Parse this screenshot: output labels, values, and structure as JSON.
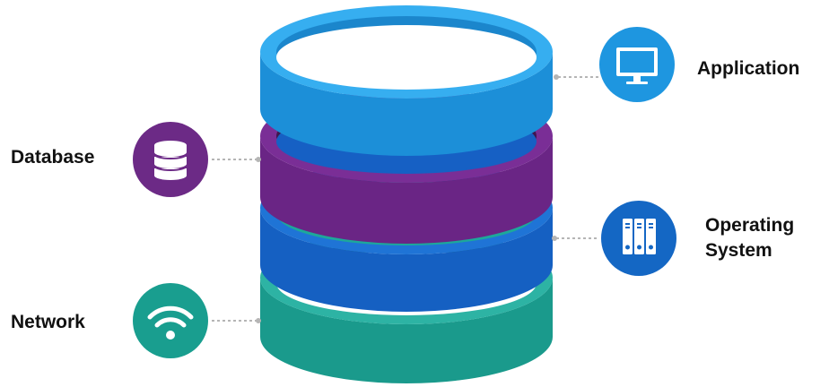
{
  "layers": [
    {
      "id": "application",
      "lines": [
        "Application"
      ],
      "icon": "monitor-icon",
      "color": "#1e96e0"
    },
    {
      "id": "database",
      "lines": [
        "Database"
      ],
      "icon": "database-icon",
      "color": "#6c2a86"
    },
    {
      "id": "operating-system",
      "lines": [
        "Operating",
        "System"
      ],
      "icon": "server-rack-icon",
      "color": "#1467c4"
    },
    {
      "id": "network",
      "lines": [
        "Network"
      ],
      "icon": "wifi-icon",
      "color": "#199e8f"
    }
  ],
  "colors": {
    "application_ring": "#2aa4e8",
    "application_ring_dark": "#1b86cc",
    "database_ring": "#6f2888",
    "database_ring_dark": "#3f1650",
    "os_ring": "#1565c8",
    "os_ring_dark": "#0c3a7a",
    "network_ring": "#1fa899",
    "network_ring_dark": "#0f5f58",
    "connector": "#b0b0b0"
  }
}
